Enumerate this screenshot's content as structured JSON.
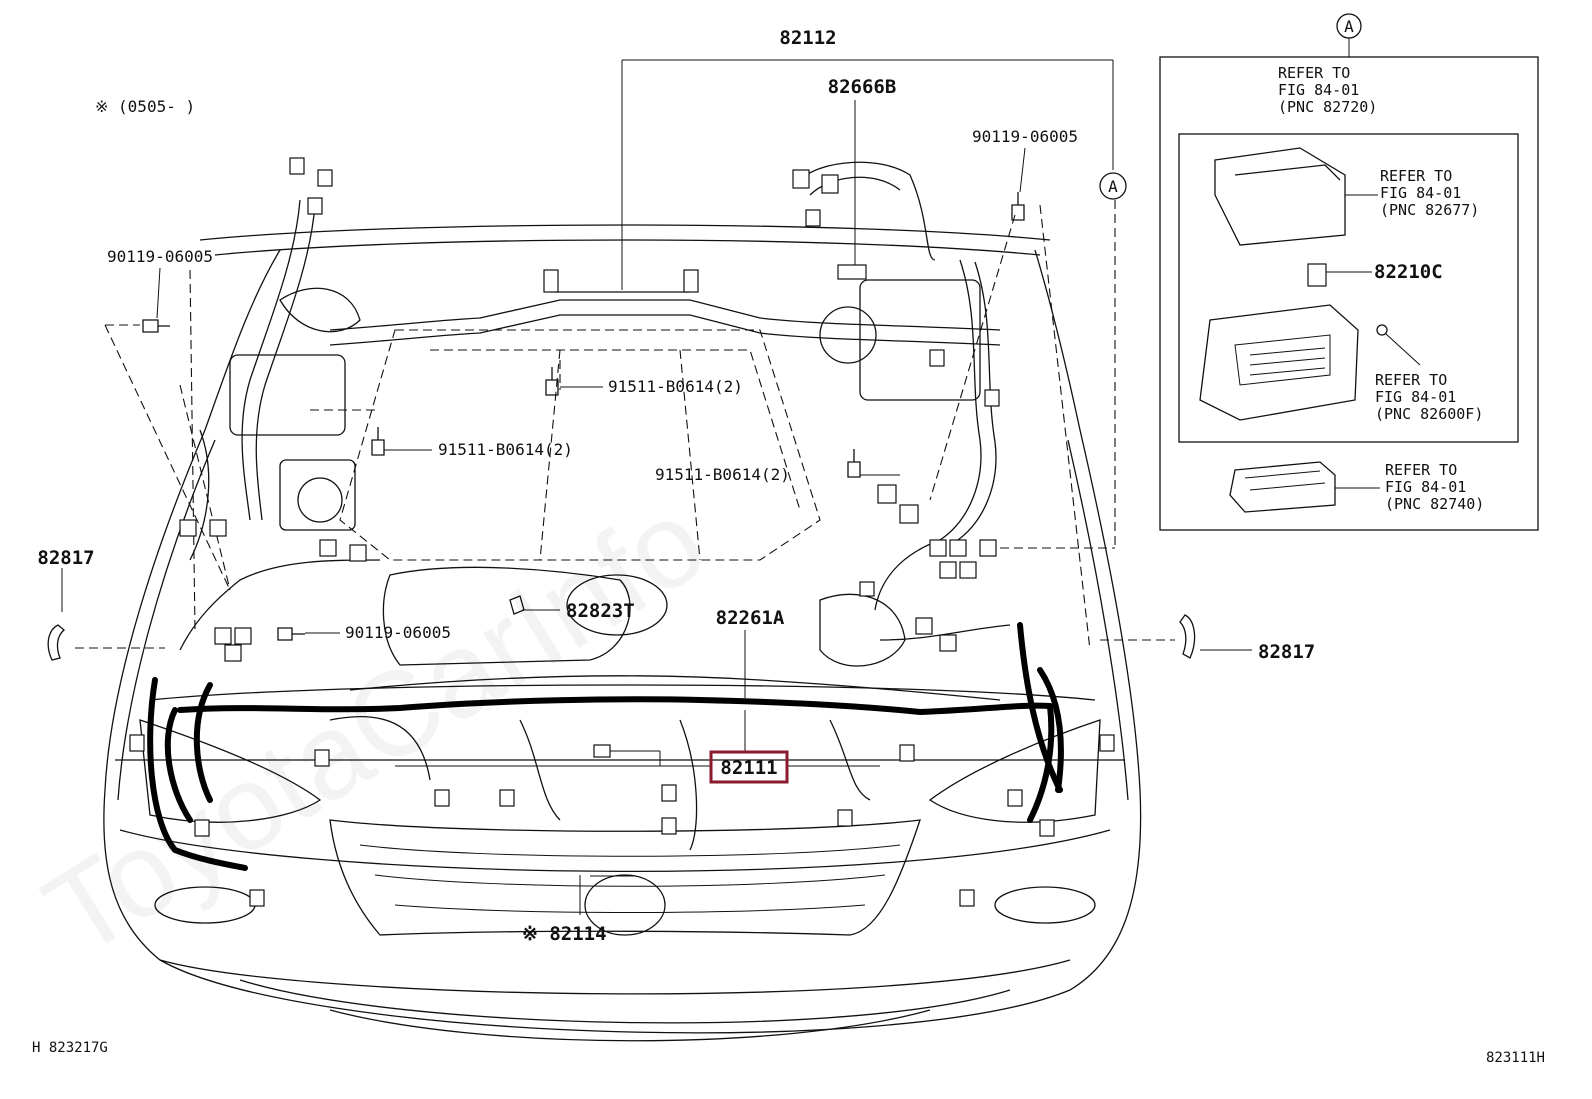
{
  "diagram": {
    "watermark": "ToyotaCarInfo",
    "footer_left": "H 823217G",
    "footer_right": "823111H",
    "note_top": "※ (0505-    )",
    "callout_A": "A",
    "highlight_color": "#8b1a2e",
    "labels": {
      "p82112": "82112",
      "p82666b": "82666B",
      "p90119_tr": "90119-06005",
      "p90119_tl": "90119-06005",
      "p91511_a": "91511-B0614(2)",
      "p91511_b": "91511-B0614(2)",
      "p91511_c": "91511-B0614(2)",
      "p82817_l": "82817",
      "p82817_r": "82817",
      "p90119_ml": "90119-06005",
      "p82823t": "82823T",
      "p82261a": "82261A",
      "p82111": "82111",
      "p82114": "※ 82114",
      "p82210c": "82210C"
    },
    "inset": {
      "callout": "A",
      "refs": [
        {
          "line1": "REFER TO",
          "line2": "FIG 84-01",
          "line3": "(PNC 82720)"
        },
        {
          "line1": "REFER TO",
          "line2": "FIG 84-01",
          "line3": "(PNC 82677)"
        },
        {
          "line1": "REFER TO",
          "line2": "FIG 84-01",
          "line3": "(PNC 82600F)"
        },
        {
          "line1": "REFER TO",
          "line2": "FIG 84-01",
          "line3": "(PNC 82740)"
        }
      ]
    }
  }
}
